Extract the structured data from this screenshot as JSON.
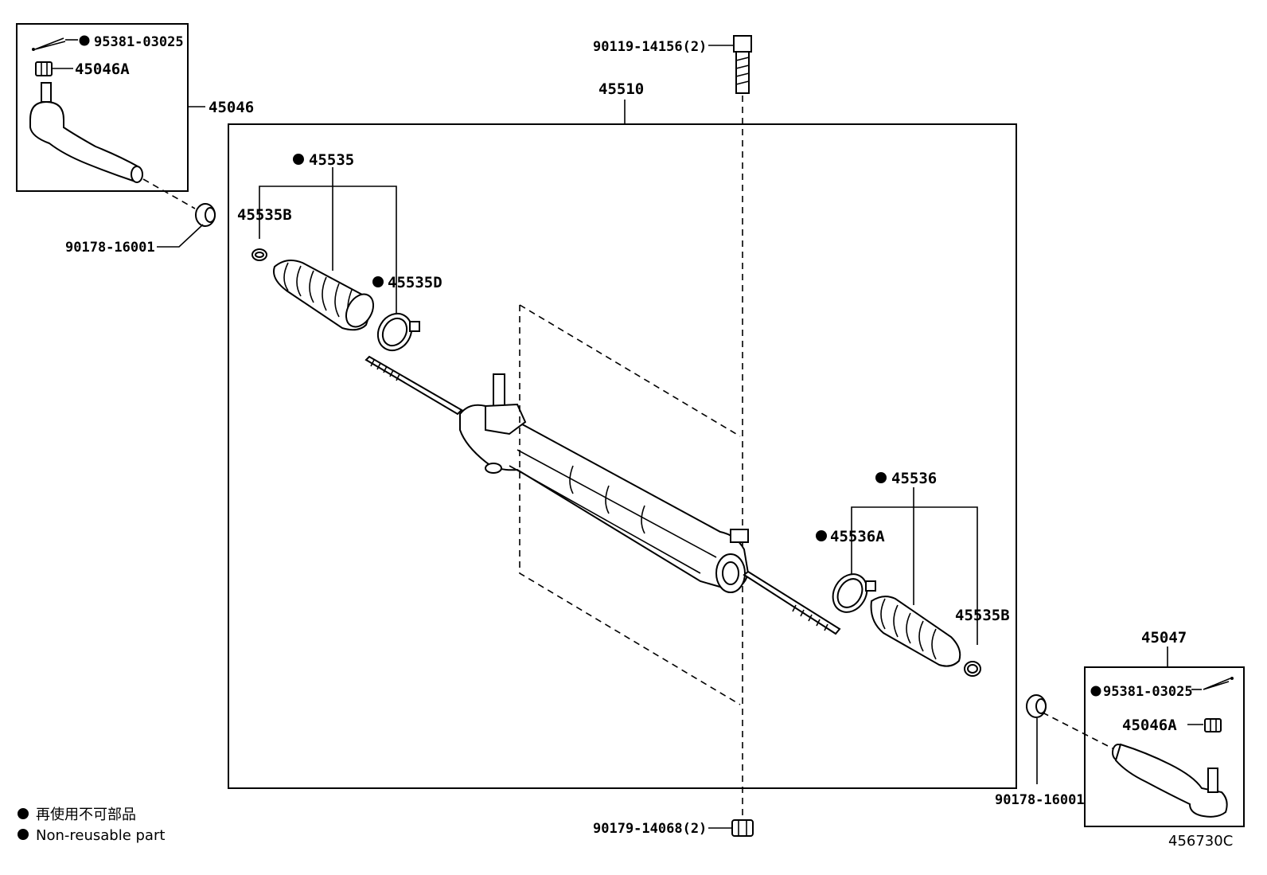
{
  "callouts": {
    "box_left_top": "45046",
    "box_right_top": "45047",
    "main_box": "45510",
    "cotter_pin_left": "95381-03025",
    "nut_left": "45046A",
    "bush_left": "90178-16001",
    "bolt_top": "90119-14156(2)",
    "boot_kit_left": "45535",
    "clamp_small_left": "45535B",
    "clamp_large_left": "45535D",
    "boot_kit_right": "45536",
    "clamp_large_right": "45536A",
    "clamp_small_right": "45535B",
    "cotter_pin_right": "95381-03025",
    "nut_right": "45046A",
    "bush_right": "90178-16001",
    "nut_bottom": "90179-14068(2)"
  },
  "legend": {
    "line1": "再使用不可部品",
    "line2": "Non-reusable part"
  },
  "figure_id": "456730C",
  "colors": {
    "ink": "#000000",
    "paper": "#ffffff"
  }
}
